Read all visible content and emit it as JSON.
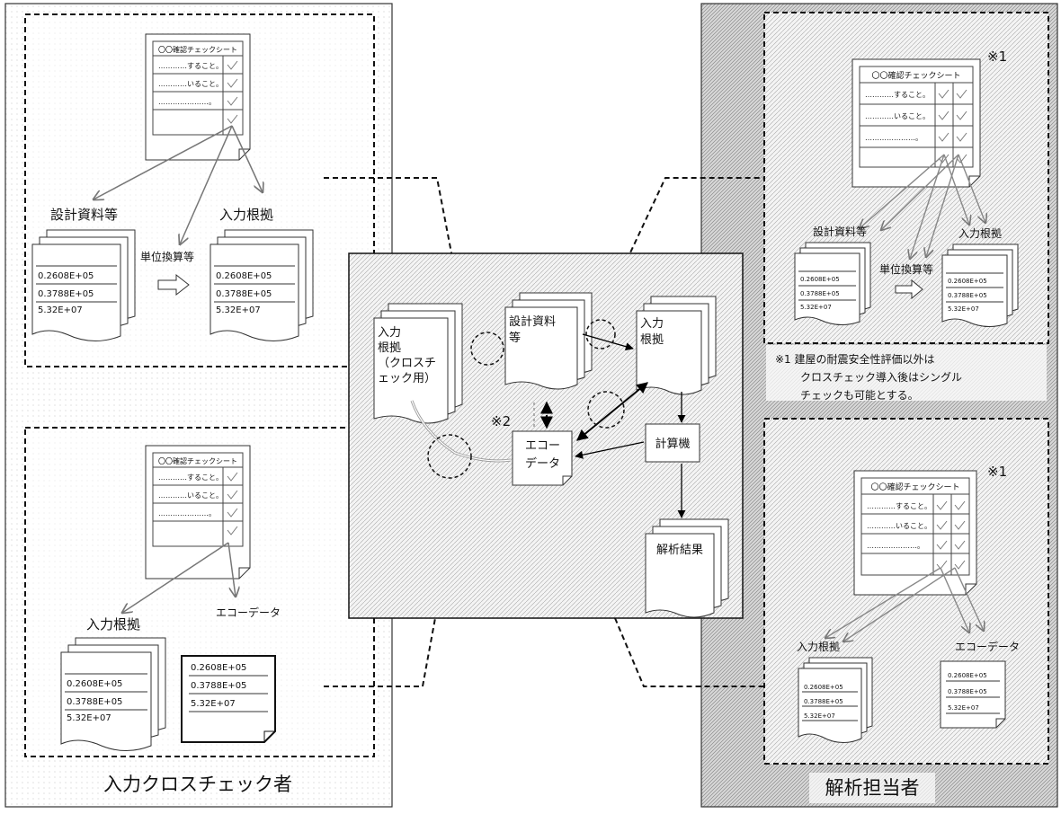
{
  "left_panel": {
    "title": "入力クロスチェック者",
    "top_box": {
      "checksheet": {
        "title": "〇〇確認チェックシート",
        "rows": [
          "…………すること。",
          "…………いること。",
          "…………………。"
        ]
      },
      "label_design": "設計資料等",
      "label_basis": "入力根拠",
      "label_unit": "単位換算等",
      "doc_a_lines": [
        "0.2608E+05",
        "0.3788E+05",
        "5.32E+07"
      ],
      "doc_b_lines": [
        "0.2608E+05",
        "0.3788E+05",
        "5.32E+07"
      ]
    },
    "bottom_box": {
      "checksheet": {
        "title": "〇〇確認チェックシート",
        "rows": [
          "…………すること。",
          "…………いること。",
          "…………………。"
        ]
      },
      "label_basis": "入力根拠",
      "label_echo": "エコーデータ",
      "doc_a_lines": [
        "0.2608E+05",
        "0.3788E+05",
        "5.32E+07"
      ],
      "doc_b_lines": [
        "0.2608E+05",
        "0.3788E+05",
        "5.32E+07"
      ]
    }
  },
  "center": {
    "input_basis_cross": [
      "入力",
      "根拠",
      "（クロスチ",
      "ェック用）"
    ],
    "design_material": [
      "設計資料",
      "等"
    ],
    "input_basis": [
      "入力",
      "根拠"
    ],
    "mark2": "※2",
    "echo_data": [
      "エコー",
      "データ"
    ],
    "computer": "計算機",
    "result": "解析結果"
  },
  "right_panel": {
    "title": "解析担当者",
    "mark1_top": "※1",
    "mark1_bottom": "※1",
    "top_box": {
      "checksheet": {
        "title": "〇〇確認チェックシート",
        "rows": [
          "…………すること。",
          "…………いること。",
          "…………………。"
        ]
      },
      "label_design": "設計資料等",
      "label_basis": "入力根拠",
      "label_unit": "単位換算等",
      "doc_a_lines": [
        "0.2608E+05",
        "0.3788E+05",
        "5.32E+07"
      ],
      "doc_b_lines": [
        "0.2608E+05",
        "0.3788E+05",
        "5.32E+07"
      ]
    },
    "note_lines": [
      "※1 建屋の耐震安全性評価以外は",
      "クロスチェック導入後はシングル",
      "チェックも可能とする。"
    ],
    "bottom_box": {
      "checksheet": {
        "title": "〇〇確認チェックシート",
        "rows": [
          "…………すること。",
          "…………いること。",
          "…………………。"
        ]
      },
      "label_basis": "入力根拠",
      "label_echo": "エコーデータ",
      "doc_a_lines": [
        "0.2608E+05",
        "0.3788E+05",
        "5.32E+07"
      ],
      "doc_b_lines": [
        "0.2608E+05",
        "0.3788E+05",
        "5.32E+07"
      ]
    }
  }
}
